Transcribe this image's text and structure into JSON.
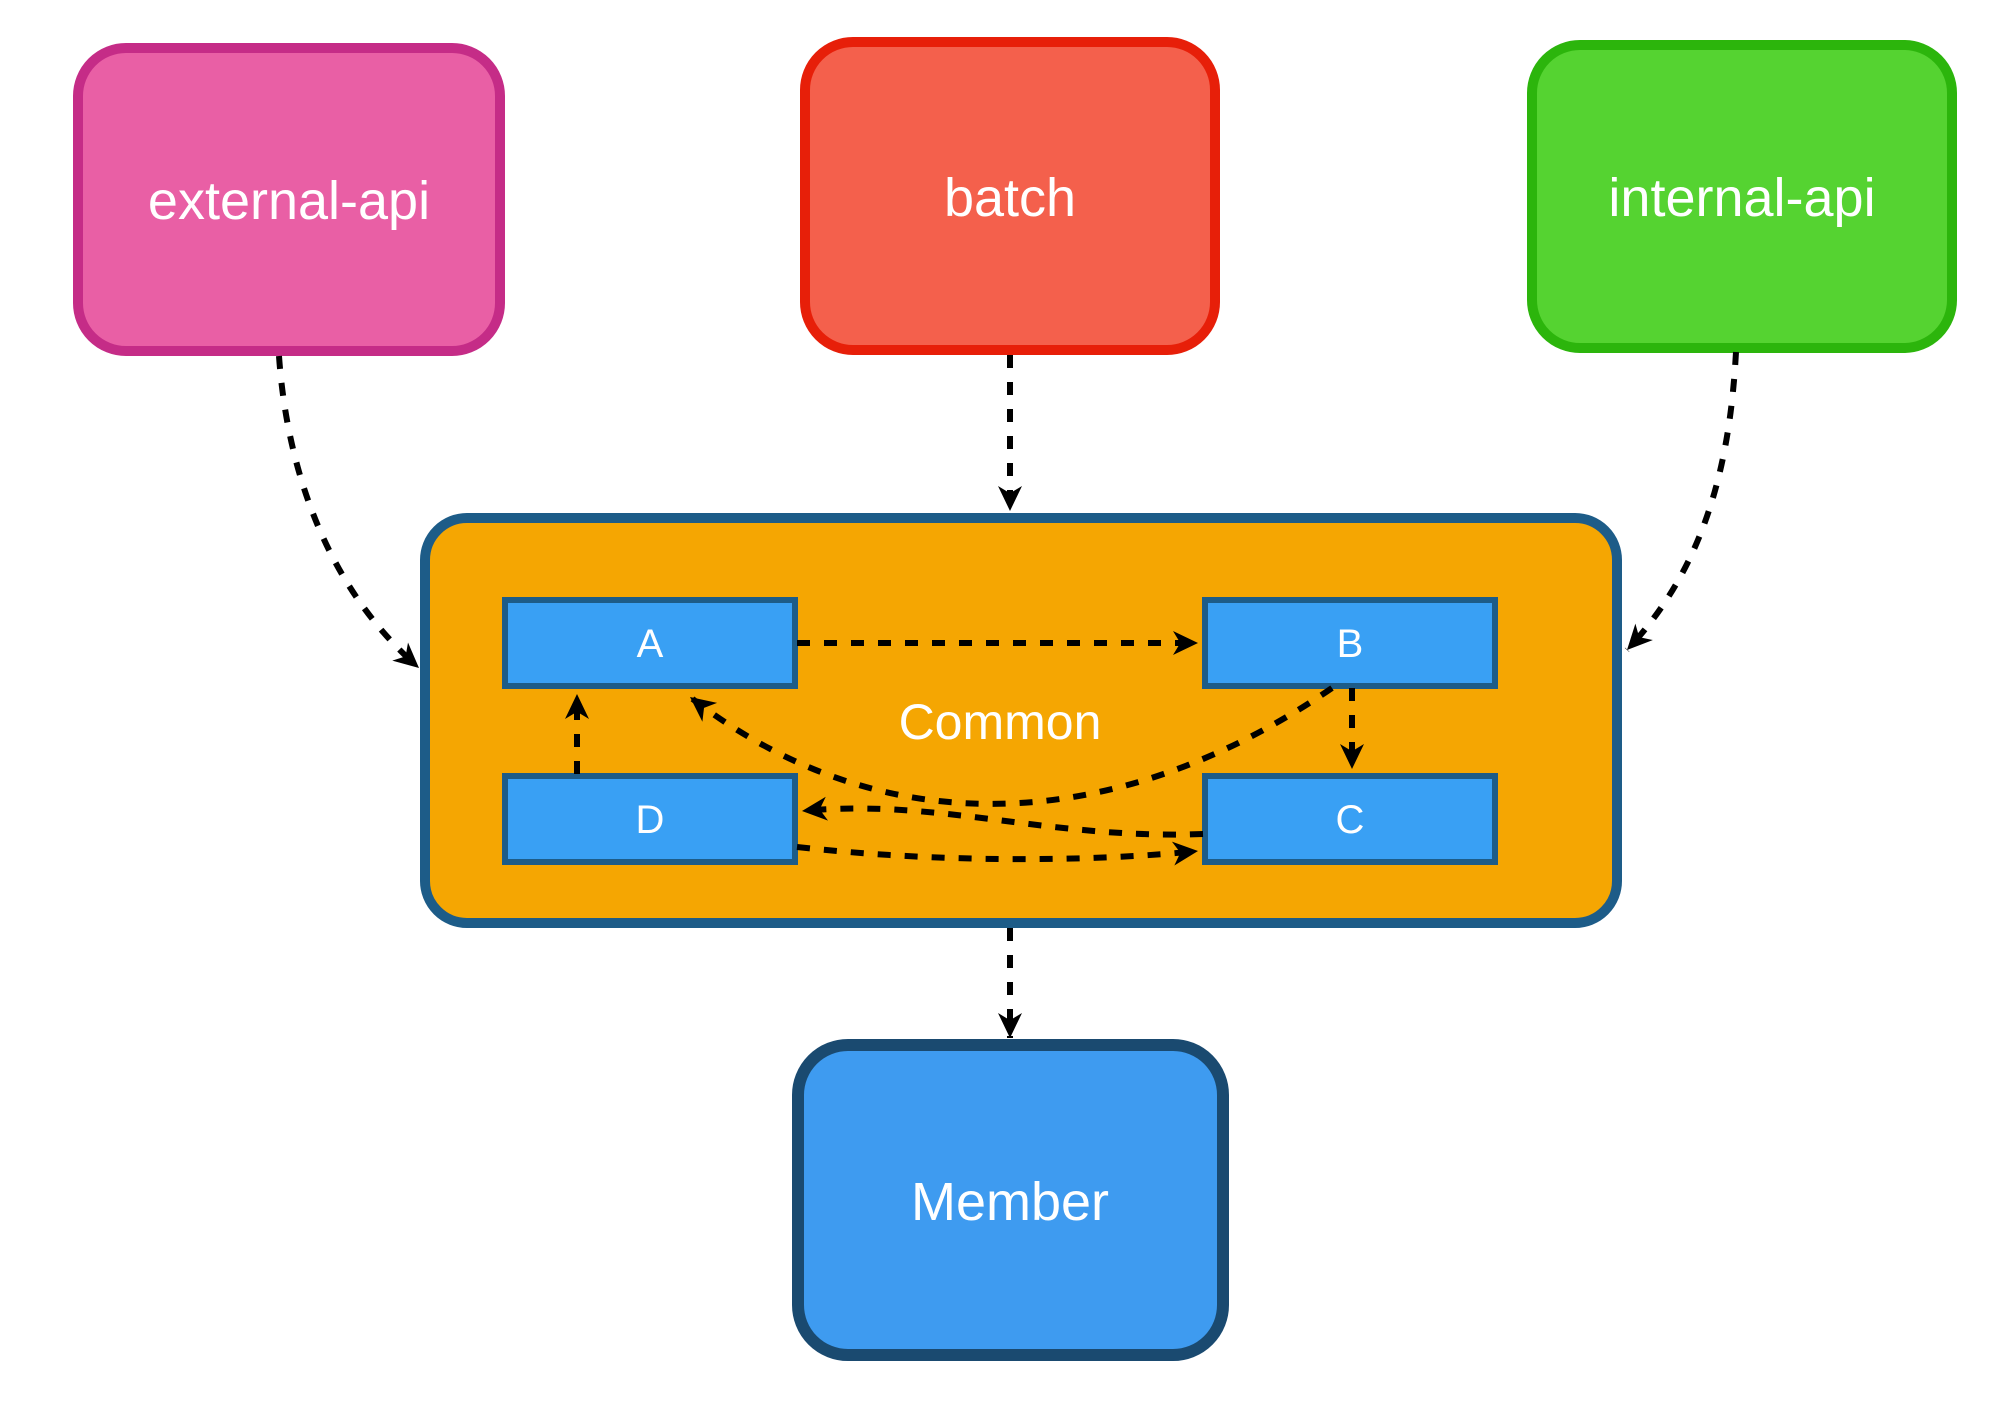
{
  "diagram": {
    "background": "#FFFFFF",
    "edge_color": "#000000",
    "nodes": {
      "external_api": {
        "label": "external-api",
        "fill": "#E95FA5",
        "stroke": "#C52C87",
        "text_color": "#FFFFFF"
      },
      "batch": {
        "label": "batch",
        "fill": "#F4604C",
        "stroke": "#E71F09",
        "text_color": "#FFFFFF"
      },
      "internal_api": {
        "label": "internal-api",
        "fill": "#55D331",
        "stroke": "#2CB50C",
        "text_color": "#FFFFFF"
      },
      "common": {
        "label": "Common",
        "fill": "#F5A602",
        "stroke": "#1D5C88",
        "text_color": "#FFFFFF"
      },
      "module_a": {
        "label": "A",
        "fill": "#39A0F4",
        "stroke": "#1D5C88",
        "text_color": "#FFFFFF"
      },
      "module_b": {
        "label": "B",
        "fill": "#39A0F4",
        "stroke": "#1D5C88",
        "text_color": "#FFFFFF"
      },
      "module_c": {
        "label": "C",
        "fill": "#39A0F4",
        "stroke": "#1D5C88",
        "text_color": "#FFFFFF"
      },
      "module_d": {
        "label": "D",
        "fill": "#39A0F4",
        "stroke": "#1D5C88",
        "text_color": "#FFFFFF"
      },
      "member": {
        "label": "Member",
        "fill": "#3E9BF0",
        "stroke": "#1A4A70",
        "text_color": "#FFFFFF"
      }
    },
    "edges": [
      {
        "from": "external-api",
        "to": "Common",
        "style": "dashed"
      },
      {
        "from": "batch",
        "to": "Common",
        "style": "dashed"
      },
      {
        "from": "internal-api",
        "to": "Common",
        "style": "dashed"
      },
      {
        "from": "A",
        "to": "B",
        "style": "dashed"
      },
      {
        "from": "B",
        "to": "A",
        "style": "dashed"
      },
      {
        "from": "B",
        "to": "C",
        "style": "dashed"
      },
      {
        "from": "C",
        "to": "D",
        "style": "dashed"
      },
      {
        "from": "D",
        "to": "C",
        "style": "dashed"
      },
      {
        "from": "D",
        "to": "A",
        "style": "dashed"
      },
      {
        "from": "Common",
        "to": "Member",
        "style": "dashed"
      }
    ]
  }
}
